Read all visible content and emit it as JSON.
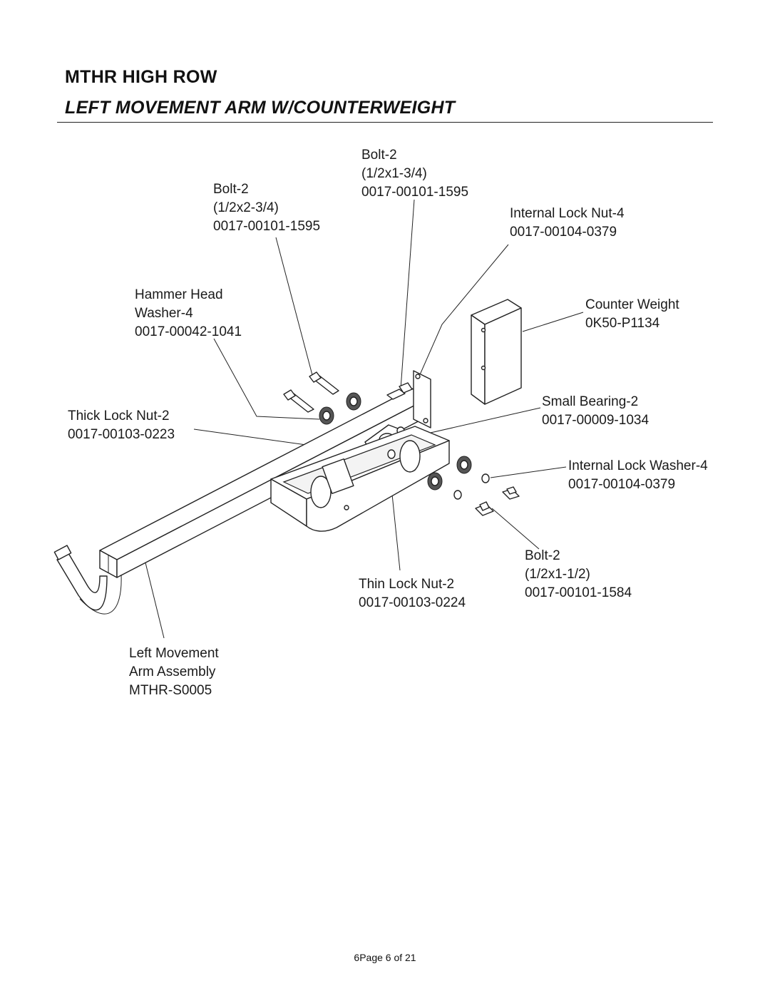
{
  "header": {
    "title": "MTHR HIGH ROW",
    "subtitle": "LEFT  MOVEMENT ARM W/COUNTERWEIGHT"
  },
  "callouts": {
    "bolt_top": {
      "name": "Bolt-2",
      "size": "(1/2x1-3/4)",
      "part": "0017-00101-1595"
    },
    "bolt_left": {
      "name": "Bolt-2",
      "size": "(1/2x2-3/4)",
      "part": "0017-00101-1595"
    },
    "internal_lock_nut": {
      "name": "Internal Lock Nut-4",
      "part": "0017-00104-0379"
    },
    "hammer_head_washer": {
      "name": "Hammer Head",
      "name2": "Washer-4",
      "part": "0017-00042-1041"
    },
    "counter_weight": {
      "name": "Counter Weight",
      "part": "0K50-P1134"
    },
    "small_bearing": {
      "name": "Small Bearing-2",
      "part": "0017-00009-1034"
    },
    "thick_lock_nut": {
      "name": "Thick Lock Nut-2",
      "part": "0017-00103-0223"
    },
    "internal_lock_washer": {
      "name": "Internal Lock Washer-4",
      "part": "0017-00104-0379"
    },
    "bolt_bottom": {
      "name": "Bolt-2",
      "size": "(1/2x1-1/2)",
      "part": "0017-00101-1584"
    },
    "thin_lock_nut": {
      "name": "Thin Lock Nut-2",
      "part": "0017-00103-0224"
    },
    "left_movement_arm": {
      "name": "Left Movement",
      "name2": "Arm Assembly",
      "part": "MTHR-S0005"
    }
  },
  "footer": {
    "page": "6Page 6 of 21"
  }
}
